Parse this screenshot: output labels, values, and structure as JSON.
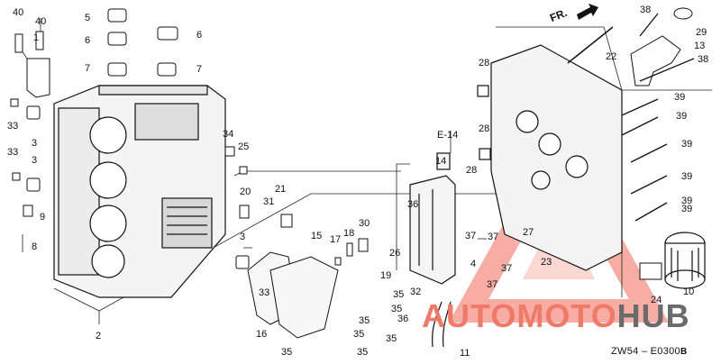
{
  "diagram": {
    "direction_label": "FR.",
    "reference_label": "E-14",
    "drawing_code": "ZW54 – E0300",
    "drawing_code_suffix": "B",
    "part_numbers": [
      "40",
      "40",
      "1",
      "5",
      "6",
      "6",
      "7",
      "7",
      "33",
      "3",
      "33",
      "3",
      "9",
      "8",
      "2",
      "34",
      "25",
      "20",
      "31",
      "21",
      "3",
      "33",
      "16",
      "15",
      "17",
      "18",
      "30",
      "26",
      "19",
      "35",
      "35",
      "35",
      "35",
      "35",
      "35",
      "35",
      "36",
      "14",
      "36",
      "32",
      "11",
      "4",
      "37",
      "37",
      "37",
      "37",
      "27",
      "23",
      "28",
      "28",
      "28",
      "22",
      "38",
      "29",
      "13",
      "38",
      "39",
      "39",
      "39",
      "39",
      "39",
      "39",
      "24",
      "10"
    ]
  },
  "watermark": {
    "text_part1": "AUTOMOTO",
    "text_part2": "HUB",
    "color_primary": "#f07a6a",
    "color_secondary": "#6b6b6b"
  }
}
